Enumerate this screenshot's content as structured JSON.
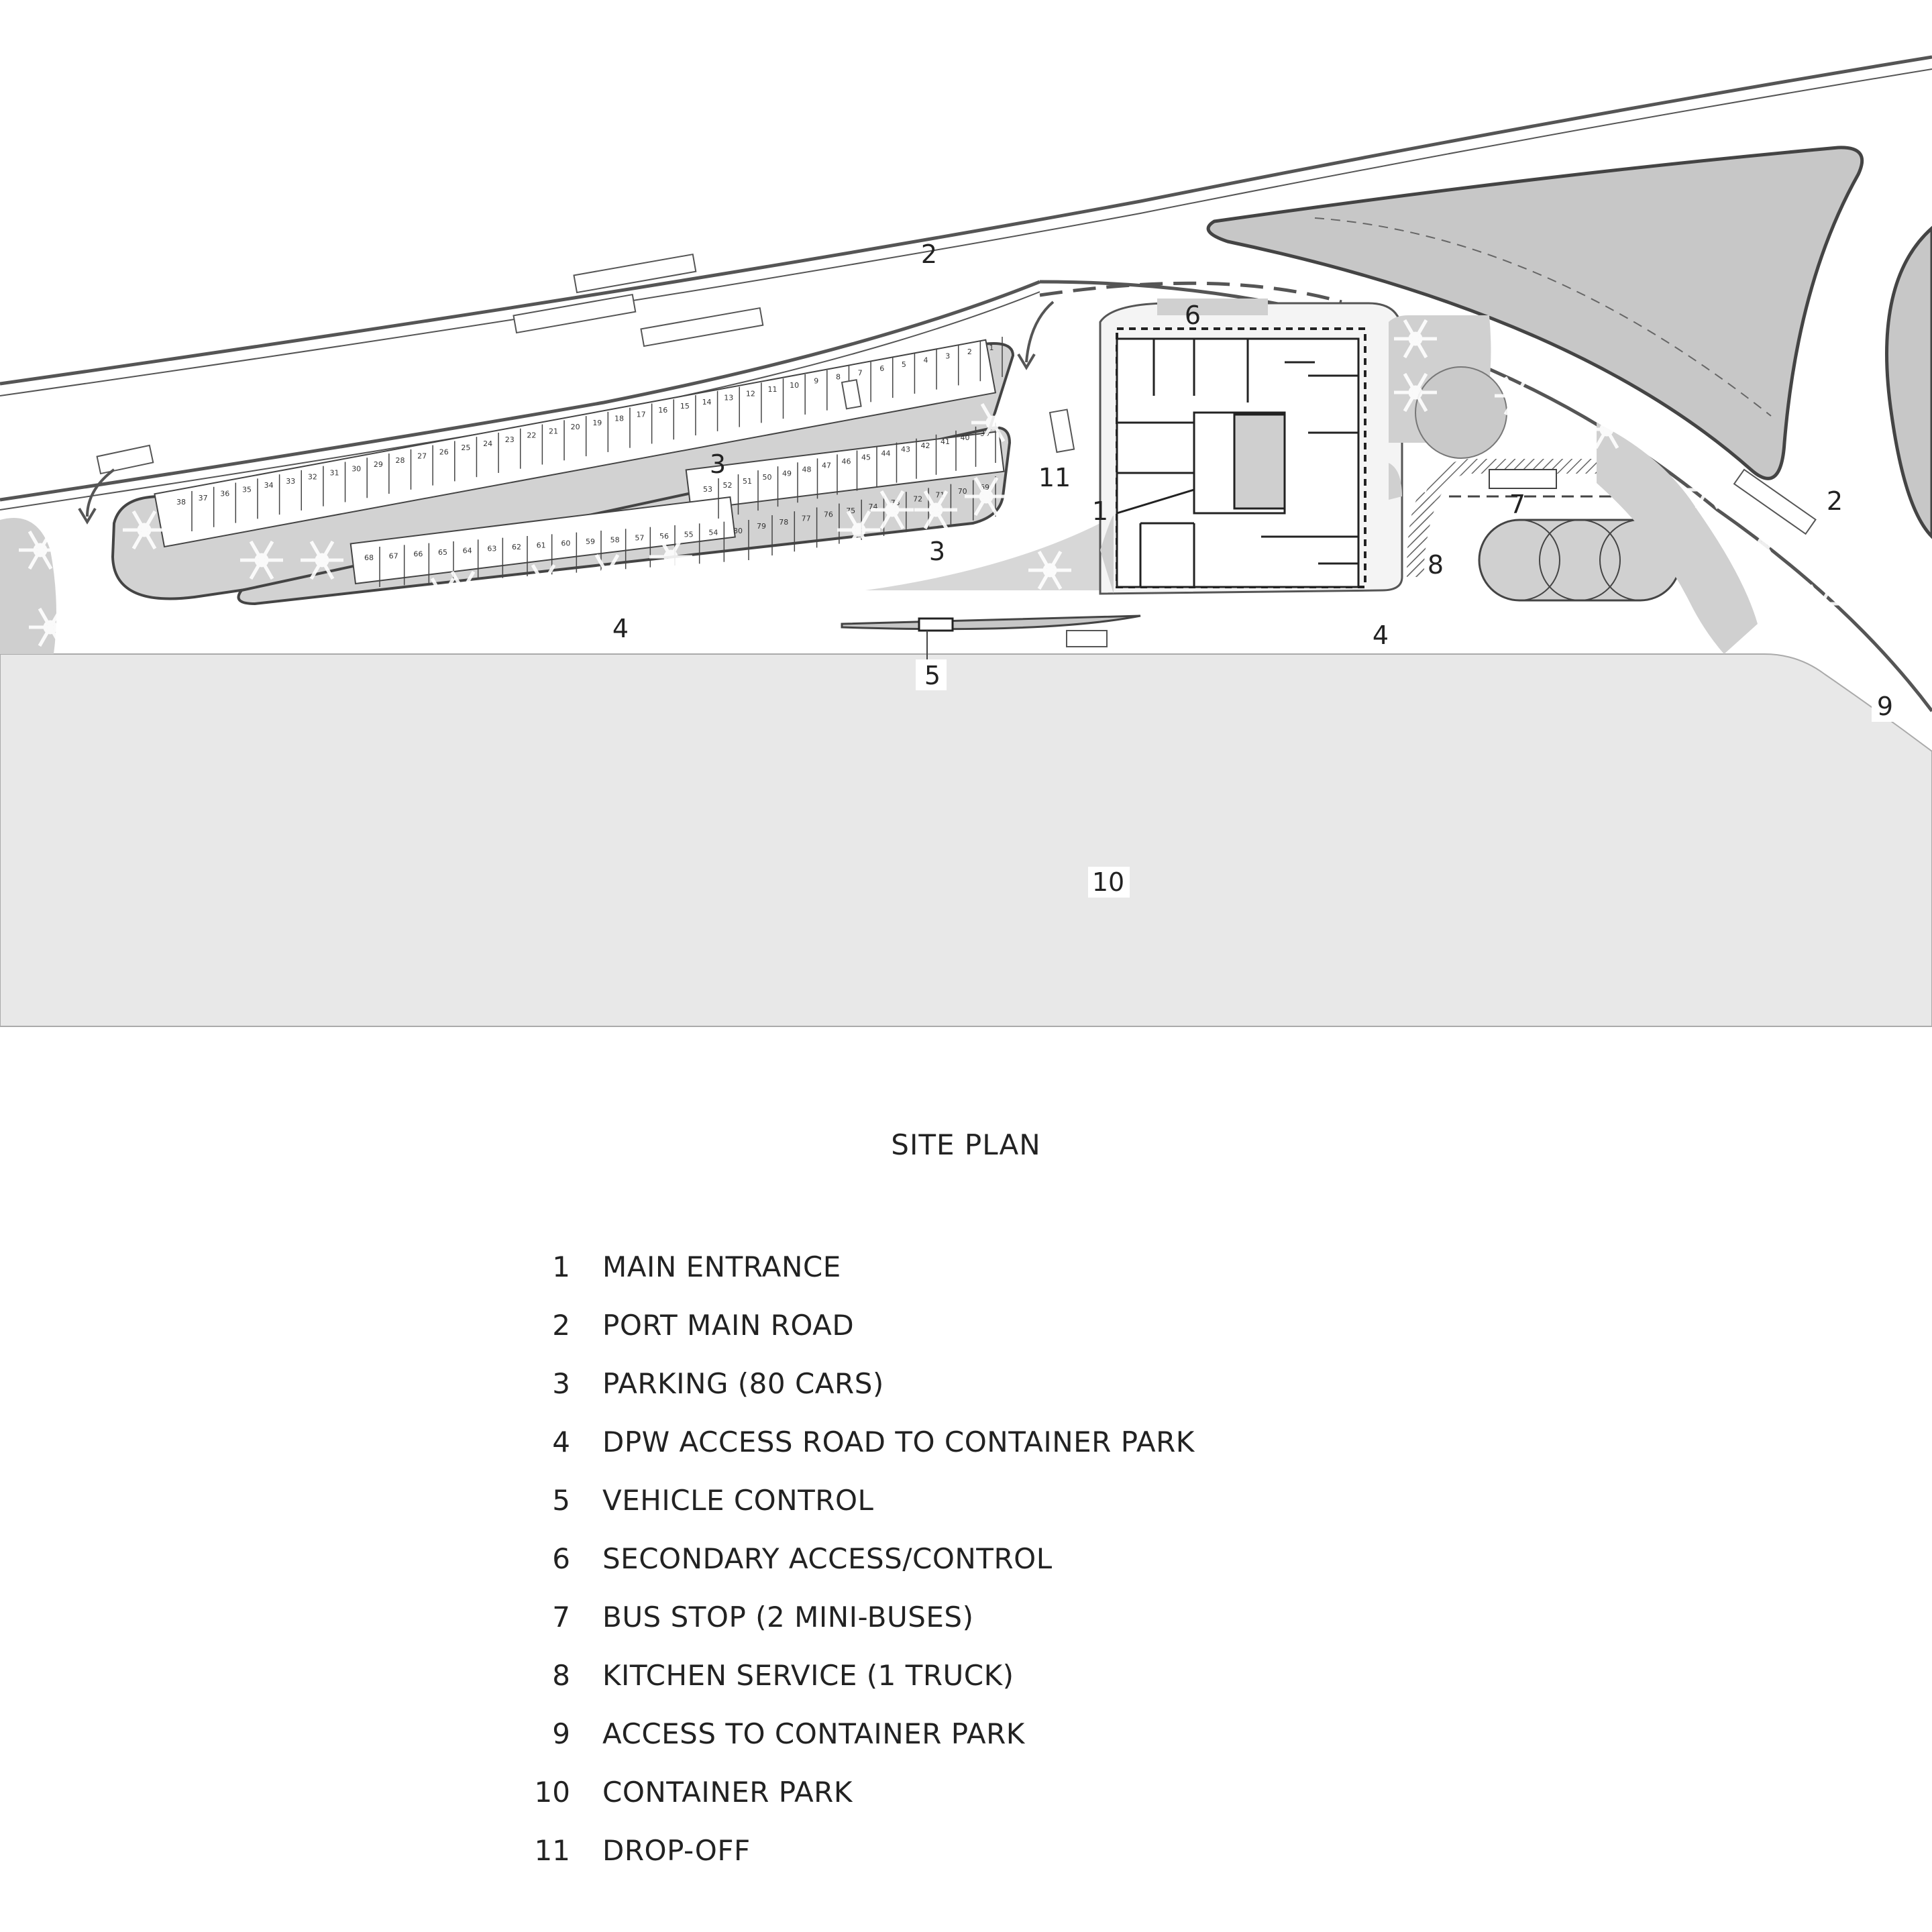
{
  "title": "SITE PLAN",
  "callouts": {
    "c1": "1",
    "c2a": "2",
    "c2b": "2",
    "c3a": "3",
    "c3b": "3",
    "c4a": "4",
    "c4b": "4",
    "c5": "5",
    "c6": "6",
    "c7": "7",
    "c8": "8",
    "c9": "9",
    "c10": "10",
    "c11": "11"
  },
  "parking": {
    "row_top": [
      "38",
      "37",
      "36",
      "35",
      "34",
      "33",
      "32",
      "31",
      "30",
      "29",
      "28",
      "27",
      "26",
      "25",
      "24",
      "23",
      "22",
      "21",
      "20",
      "19",
      "18",
      "17",
      "16",
      "15",
      "14",
      "13",
      "12",
      "11",
      "10",
      "9",
      "8",
      "7",
      "6",
      "5",
      "4",
      "3",
      "2",
      "1"
    ],
    "row_middle_upper": [
      "79",
      "78",
      "77",
      "76",
      "75",
      "74",
      "73",
      "72",
      "71",
      "70",
      "69"
    ],
    "row_middle_top": [
      "53",
      "52",
      "51",
      "50",
      "49",
      "48",
      "47",
      "46",
      "45",
      "44",
      "43",
      "42",
      "41",
      "40",
      "39"
    ],
    "row_bottom": [
      "68",
      "67",
      "66",
      "65",
      "64",
      "63",
      "62",
      "61",
      "60",
      "59",
      "58",
      "57",
      "56",
      "55",
      "54",
      "80"
    ]
  },
  "legend": [
    {
      "num": "1",
      "label": "MAIN ENTRANCE"
    },
    {
      "num": "2",
      "label": "PORT MAIN ROAD"
    },
    {
      "num": "3",
      "label": "PARKING (80 CARS)"
    },
    {
      "num": "4",
      "label": "DPW ACCESS ROAD TO CONTAINER PARK"
    },
    {
      "num": "5",
      "label": "VEHICLE CONTROL"
    },
    {
      "num": "6",
      "label": "SECONDARY ACCESS/CONTROL"
    },
    {
      "num": "7",
      "label": "BUS STOP (2 MINI-BUSES)"
    },
    {
      "num": "8",
      "label": "KITCHEN SERVICE (1 TRUCK)"
    },
    {
      "num": "9",
      "label": "ACCESS TO CONTAINER PARK"
    },
    {
      "num": "10",
      "label": "CONTAINER PARK"
    },
    {
      "num": "11",
      "label": "DROP-OFF"
    }
  ]
}
